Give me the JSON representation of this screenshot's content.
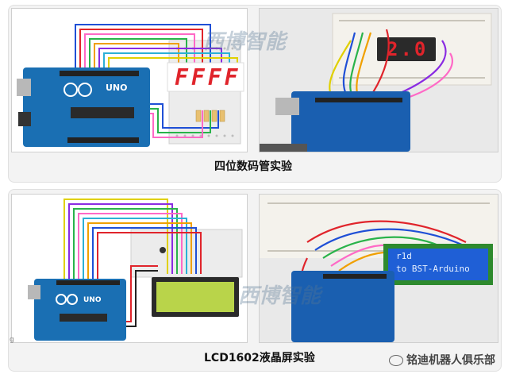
{
  "top_section": {
    "caption": "四位数码管实验",
    "left_image": {
      "board_label": "UNO",
      "display_text": "FFFF"
    },
    "right_image": {
      "display_text": "2.0"
    }
  },
  "bottom_section": {
    "caption": "LCD1602液晶屏实验",
    "left_image": {
      "board_label": "UNO"
    },
    "right_image": {
      "lcd_line1": "r1d",
      "lcd_line2": "to BST-Arduino"
    },
    "small_mark": "g"
  },
  "watermark": "西博智能",
  "brand": "铭迪机器人俱乐部",
  "colors": {
    "arduino_blue": "#1a6fb3",
    "led_red": "#e0242b",
    "lcd_green": "#b9d44a",
    "lcd_blue": "#1f5fd6"
  }
}
